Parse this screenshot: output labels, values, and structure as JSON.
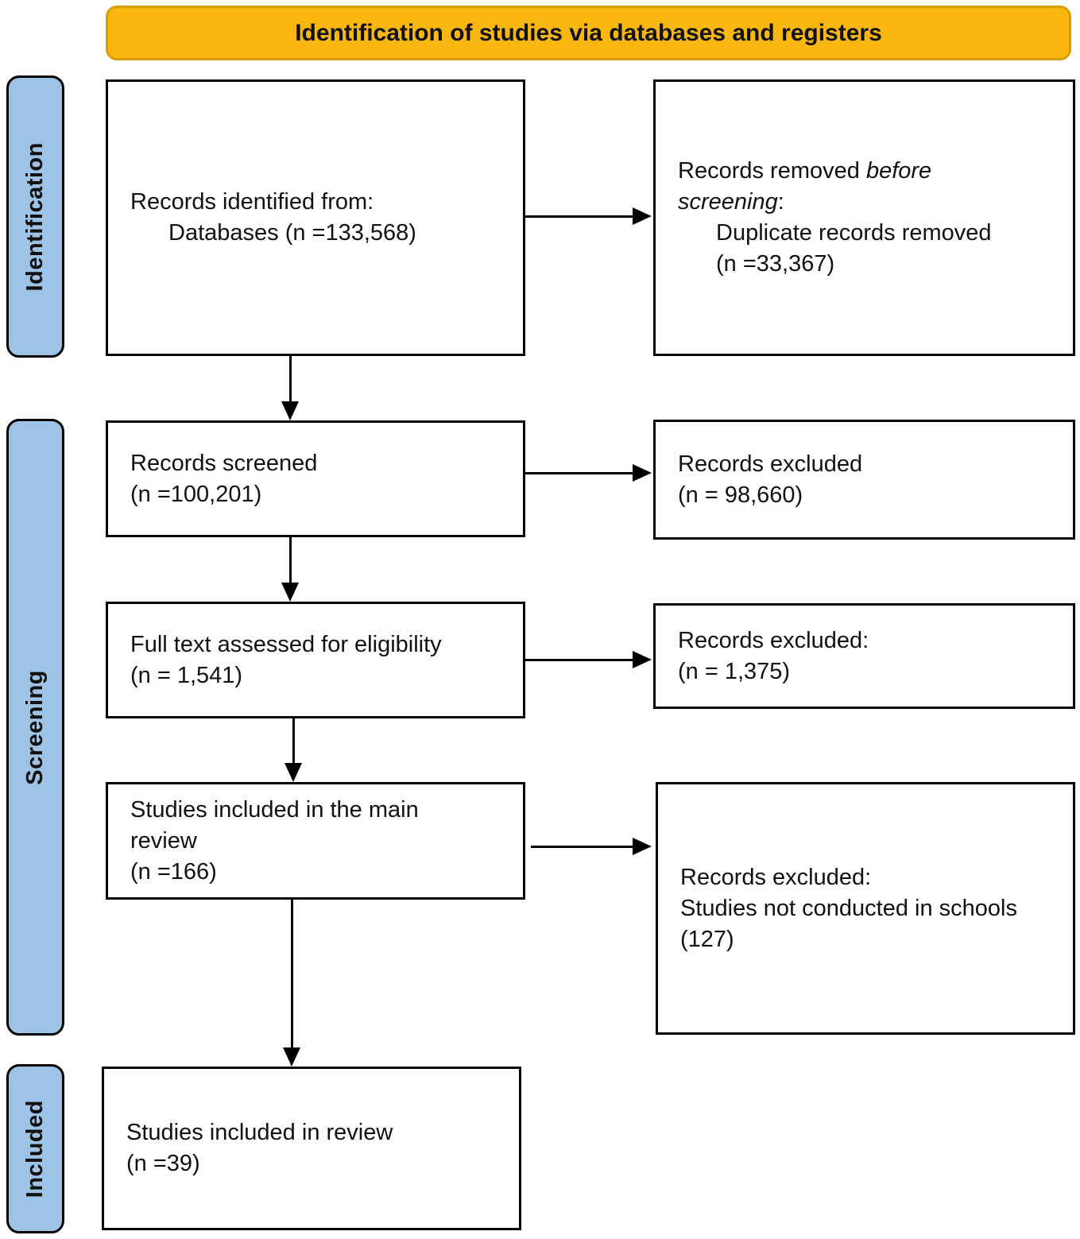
{
  "banner": {
    "title": "Identification of studies via databases and registers"
  },
  "stages": {
    "identification": "Identification",
    "screening": "Screening",
    "included": "Included"
  },
  "boxes": {
    "records_identified": {
      "line1": "Records identified from:",
      "line2": "Databases (n =133,568)"
    },
    "records_removed": {
      "line1_normal": "Records removed ",
      "line1_italic": "before",
      "line2_italic": "screening",
      "line2_normal": ":",
      "line3": "Duplicate records removed",
      "line4": "(n =33,367)"
    },
    "records_screened": {
      "line1": "Records screened",
      "line2": "(n =100,201)"
    },
    "records_excluded_screening": {
      "line1": "Records excluded",
      "line2": "(n = 98,660)"
    },
    "full_text_assessed": {
      "line1": "Full text assessed for eligibility",
      "line2": "(n = 1,541)"
    },
    "records_excluded_fulltext": {
      "line1": "Records excluded:",
      "line2": "(n = 1,375)"
    },
    "studies_main_review": {
      "line1": "Studies included in the main",
      "line2": "review",
      "line3": "(n =166)"
    },
    "records_excluded_schools": {
      "line1": "Records excluded:",
      "line2": "Studies not conducted in schools",
      "line3": "(127)"
    },
    "studies_included_review": {
      "line1": "Studies included in review",
      "line2": "(n =39)"
    }
  },
  "colors": {
    "banner_bg": "#F9B710",
    "banner_border": "#D89E07",
    "stage_label_bg": "#9DC3E6"
  }
}
